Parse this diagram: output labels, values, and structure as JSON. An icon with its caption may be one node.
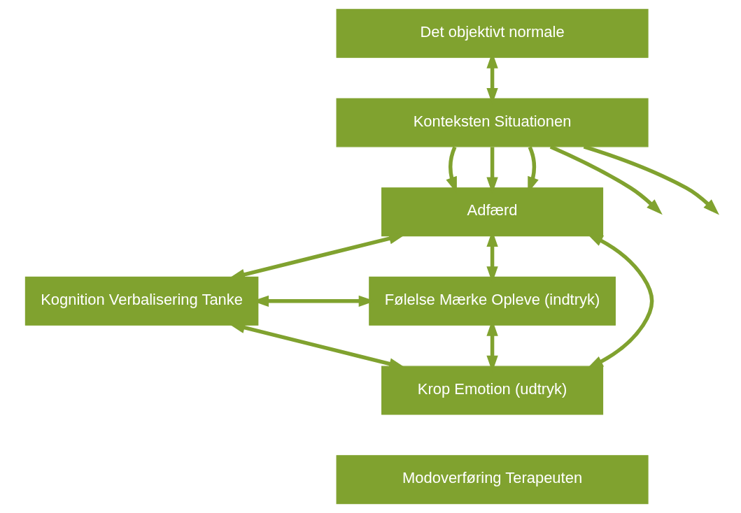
{
  "diagram": {
    "nodes": [
      {
        "text": [
          "Det objektivt normale"
        ]
      },
      {
        "text": [
          "Konteksten Situationen"
        ]
      },
      {
        "text": [
          "Adfærd"
        ]
      },
      {
        "text": [
          "Kognition Verbalisering Tanke"
        ]
      },
      {
        "text": [
          "Følelse Mærke Opleve (indtryk)"
        ]
      },
      {
        "text": [
          "Krop Emotion (udtryk)"
        ]
      },
      {
        "text": [
          "Modoverføring Terapeuten"
        ]
      }
    ],
    "edges": [
      {
        "from": 0,
        "to": 1,
        "arrow": "both"
      },
      {
        "from": 1,
        "to": null,
        "arrow": "to"
      },
      {
        "from": 1,
        "to": 2,
        "arrow": "to"
      },
      {
        "from": 1,
        "to": 2,
        "arrow": "to"
      },
      {
        "from": 1,
        "to": 2,
        "arrow": "to"
      },
      {
        "from": 1,
        "to": null,
        "arrow": "to"
      },
      {
        "from": 2,
        "to": 3,
        "arrow": "both"
      },
      {
        "from": 2,
        "to": 4,
        "arrow": "both"
      },
      {
        "from": 3,
        "to": 5,
        "arrow": "both"
      },
      {
        "from": 4,
        "to": 5,
        "arrow": "both"
      },
      {
        "from": 2,
        "to": 5,
        "arrow": "both"
      },
      {
        "from": 3,
        "to": 4,
        "arrow": "both"
      }
    ]
  }
}
